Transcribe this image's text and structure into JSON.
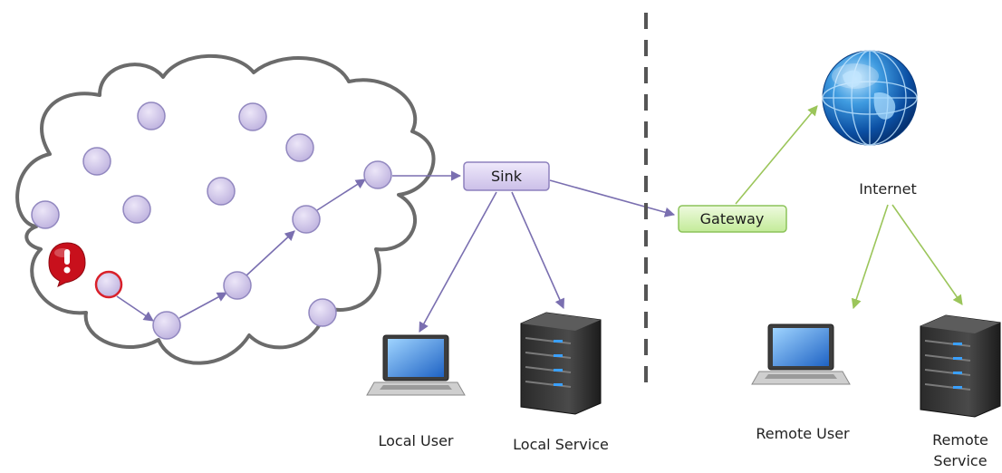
{
  "labels": {
    "sink": "Sink",
    "gateway": "Gateway",
    "internet": "Internet",
    "local_user": "Local User",
    "local_service": "Local Service",
    "remote_user": "Remote User",
    "remote_service_line1": "Remote",
    "remote_service_line2": "Service"
  },
  "colors": {
    "cloud_stroke": "#6b6b6b",
    "sensor_fill": "#cfc6e6",
    "sensor_stroke": "#9187bf",
    "path_arrow": "#7a6fb0",
    "failed_node_ring": "#d9202a",
    "alert_icon": "#c8101c",
    "sink_fill": "#ddd3f2",
    "gateway_fill": "#d6f2b6",
    "gateway_stroke": "#8cc35a",
    "internet_arrow": "#9bc55a",
    "divider": "#555555"
  },
  "icons": {
    "alert": "exclamation-alert-icon",
    "internet": "globe-icon",
    "user": "laptop-icon",
    "service": "server-icon"
  }
}
